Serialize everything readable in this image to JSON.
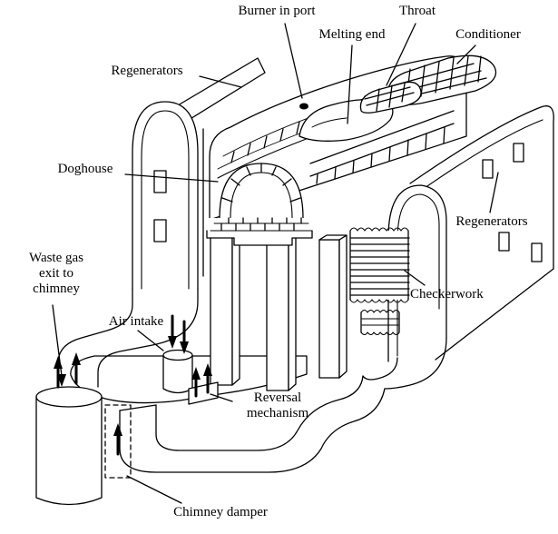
{
  "colors": {
    "ink": "#000000",
    "paper": "#ffffff"
  },
  "labels": {
    "burner_in_port": "Burner in port",
    "throat": "Throat",
    "melting_end": "Melting end",
    "conditioner": "Conditioner",
    "regenerators_left": "Regenerators",
    "doghouse": "Doghouse",
    "regenerators_right": "Regenerators",
    "checkerwork": "Checkerwork",
    "waste_gas_exit": "Waste gas exit to chimney",
    "air_intake": "Air intake",
    "reversal_mechanism": "Reversal mechanism",
    "chimney_damper": "Chimney damper"
  }
}
